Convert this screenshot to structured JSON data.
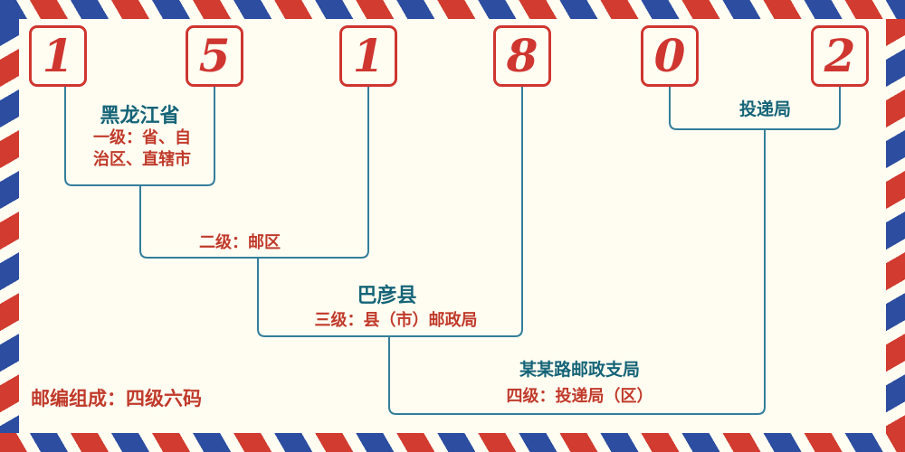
{
  "envelope": {
    "digits": [
      "1",
      "5",
      "1",
      "8",
      "0",
      "2"
    ]
  },
  "annotations": {
    "level1": {
      "place": "黑龙江省",
      "label": "一级：省、自治区、直辖市"
    },
    "level2": {
      "label": "二级：邮区"
    },
    "level3": {
      "place": "巴彦县",
      "label": "三级：县（市）邮政局"
    },
    "level4": {
      "place": "某某路邮政支局",
      "label": "四级：投递局（区）"
    },
    "delivery_office": {
      "label": "投递局"
    }
  },
  "footer": {
    "label": "邮编组成：四级六码"
  },
  "colors": {
    "background": "#fffdf2",
    "stripe_red": "#d23b2f",
    "stripe_blue": "#2c4da0",
    "digit_red": "#cf3630",
    "place_teal": "#156478",
    "annotation_red": "#c03a2b",
    "connector_line": "#337e9b"
  }
}
